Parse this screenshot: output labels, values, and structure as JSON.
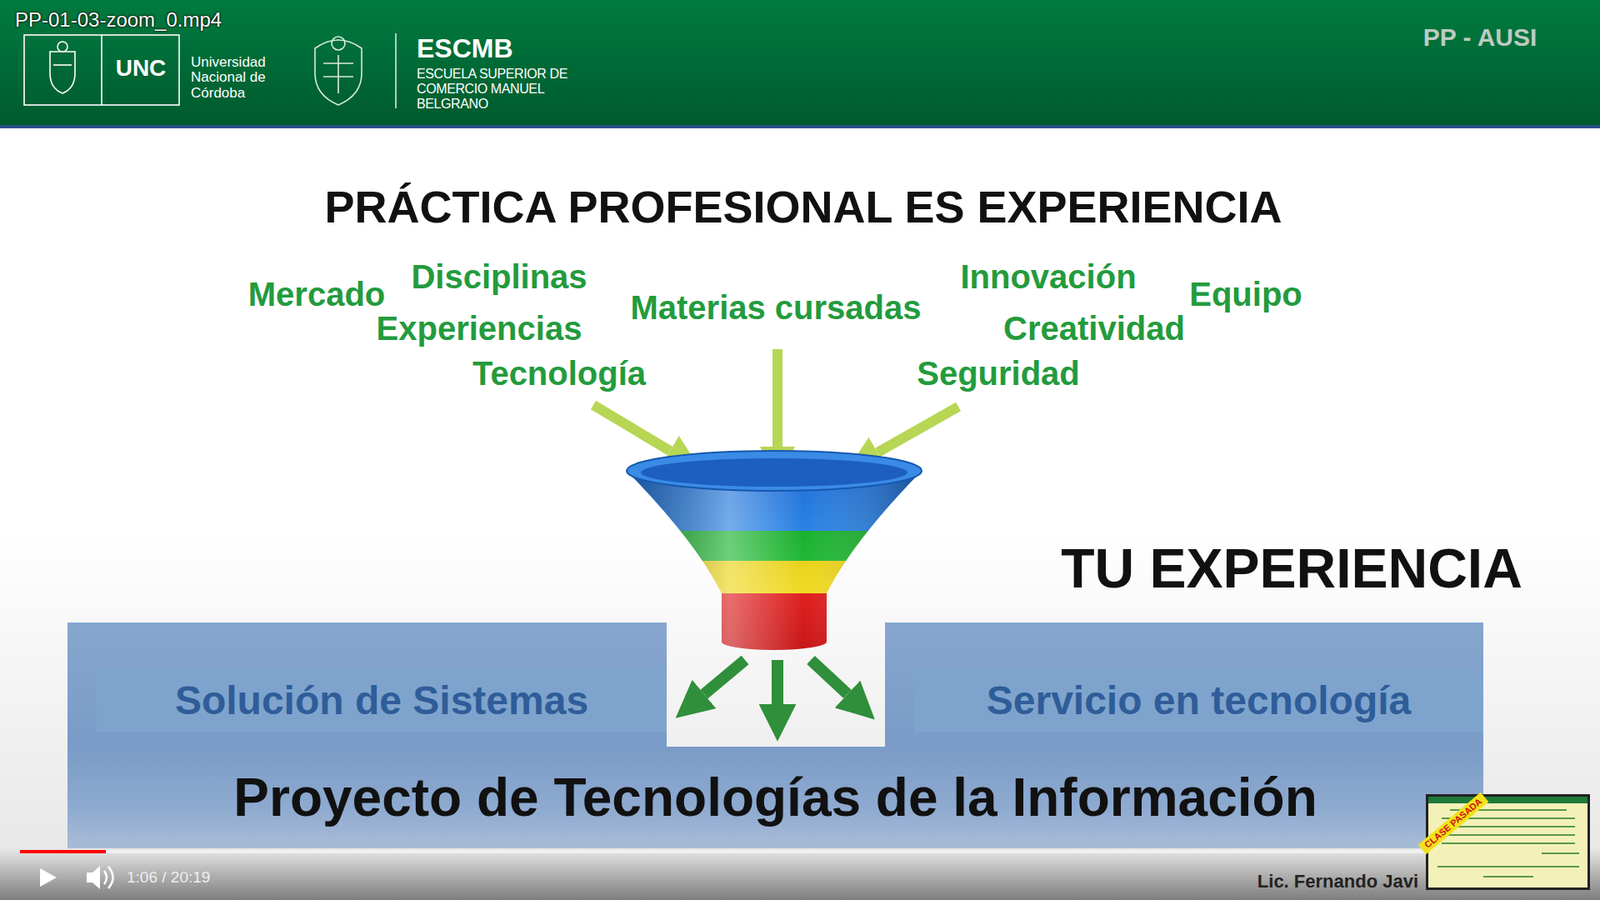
{
  "diagram": {
    "title": "PRÁCTICA PROFESIONAL ES EXPERIENCIA",
    "nodes": [
      {
        "text": [
          "Solución de Sistemas"
        ]
      },
      {
        "text": [
          "Servicio en tecnología"
        ]
      },
      {
        "text": [
          "Proyecto de Tecnologías de la Información"
        ]
      }
    ],
    "labels": [
      "PP-01-03-zoom_0.mp4",
      "UNC",
      "Universidad Nacional de Córdoba",
      "ESCMB",
      "ESCUELA SUPERIOR DE COMERCIO MANUEL BELGRANO",
      "PP - AUSI",
      "Mercado",
      "Disciplinas",
      "Experiencias",
      "Materias cursadas",
      "Tecnología",
      "Innovación",
      "Equipo",
      "Creatividad",
      "Seguridad",
      "TU EXPERIENCIA",
      "1:06 / 20:19",
      "Lic. Fernando Javi",
      "CLASE PASADA"
    ]
  }
}
